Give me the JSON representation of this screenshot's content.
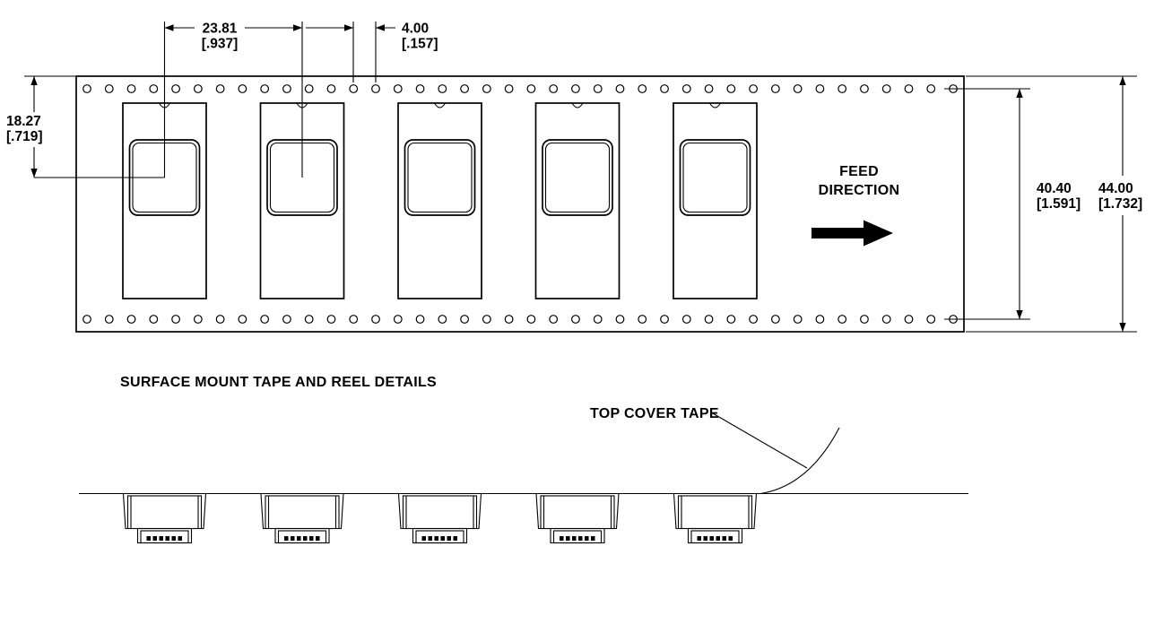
{
  "drawing": {
    "title": "SURFACE MOUNT TAPE AND REEL DETAILS",
    "feed": {
      "line1": "FEED",
      "line2": "DIRECTION"
    },
    "cover_tape_label": "TOP COVER TAPE",
    "dims": {
      "pocket_pitch_mm": "23.81",
      "pocket_pitch_in": "[.937]",
      "sprocket_pitch_mm": "4.00",
      "sprocket_pitch_in": "[.157]",
      "pocket_offset_mm": "18.27",
      "pocket_offset_in": "[.719]",
      "sprocket_span_mm": "40.40",
      "sprocket_span_in": "[1.591]",
      "tape_width_mm": "44.00",
      "tape_width_in": "[1.732]"
    },
    "colors": {
      "line": "#000000",
      "background": "#ffffff"
    }
  }
}
